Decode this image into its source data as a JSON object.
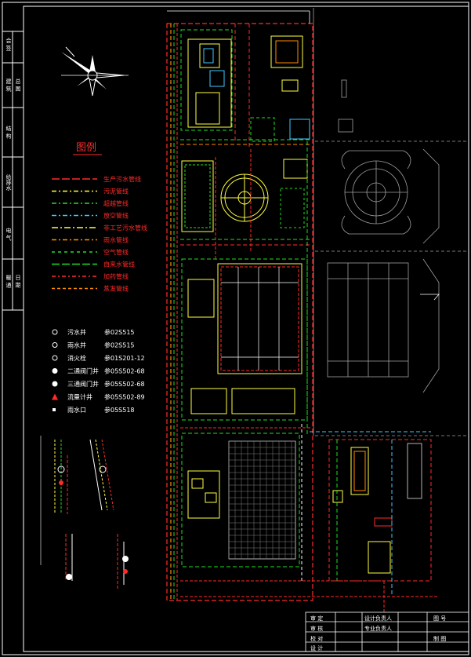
{
  "legend": {
    "title": "图例",
    "lines": [
      {
        "label": "生产污水管线",
        "color": "#ff2a2a",
        "dash": "10 3"
      },
      {
        "label": "污泥管线",
        "color": "#ffff40",
        "dash": "6 3 2 3"
      },
      {
        "label": "超越管线",
        "color": "#20e020",
        "dash": "6 3 2 3"
      },
      {
        "label": "放空管线",
        "color": "#40c8ff",
        "dash": "6 3 2 3"
      },
      {
        "label": "非工艺污水管线",
        "color": "#ffff40",
        "dash": "8 3 2 3"
      },
      {
        "label": "雨水管线",
        "color": "#ff8c00",
        "dash": "6 3 2 3"
      },
      {
        "label": "空气管线",
        "color": "#20e020",
        "dash": "4 4"
      },
      {
        "label": "自来水管线",
        "color": "#20e020",
        "dash": "10 3"
      },
      {
        "label": "加药管线",
        "color": "#ff2a2a",
        "dash": "5 3 2 3"
      },
      {
        "label": "蒸发管线",
        "color": "#ff8c00",
        "dash": "4 3"
      }
    ],
    "symbols": [
      {
        "label": "污水井",
        "ref": "参02S515"
      },
      {
        "label": "雨水井",
        "ref": "参02S515"
      },
      {
        "label": "消火栓",
        "ref": "参01S201-12"
      },
      {
        "label": "二通阀门井",
        "ref": "参05S502-68"
      },
      {
        "label": "三通阀门井",
        "ref": "参05S502-68"
      },
      {
        "label": "流量计井",
        "ref": "参05S502-89"
      },
      {
        "label": "雨水口",
        "ref": "参05S518"
      }
    ]
  },
  "title_block": {
    "cells": [
      "审 定",
      "设计负责人",
      "图 号",
      "审 核",
      "专业负责人",
      "校 对",
      "设 计",
      "制 图"
    ]
  },
  "left_strip": {
    "labels": [
      "会 签",
      "建 筑",
      "结 构",
      "给排水",
      "电 气",
      "暖 通",
      "总 图",
      "日 期"
    ]
  },
  "colors": {
    "red": "#ff2a2a",
    "yellow": "#ffff40",
    "green": "#20e020",
    "cyan": "#40c8ff",
    "orange": "#ff8c00",
    "white": "#ffffff",
    "grey": "#a0a0a0"
  }
}
